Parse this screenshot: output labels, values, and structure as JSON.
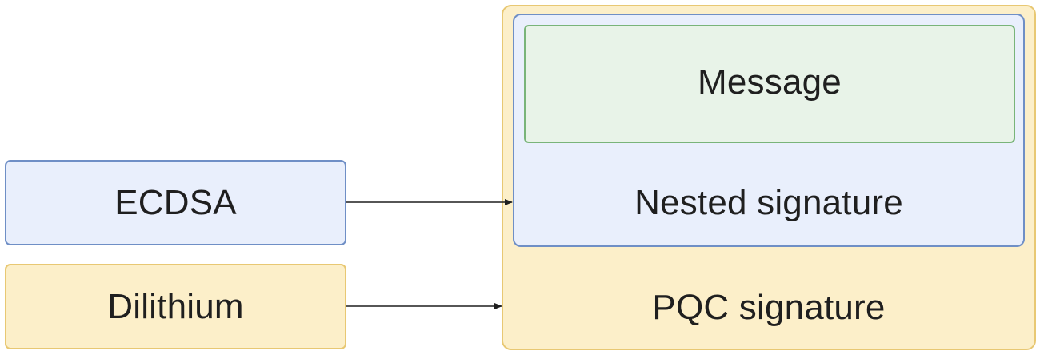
{
  "nodes": {
    "ecdsa": {
      "label": "ECDSA"
    },
    "dilithium": {
      "label": "Dilithium"
    },
    "pqc_signature": {
      "label": "PQC signature"
    },
    "nested_signature": {
      "label": "Nested signature"
    },
    "message": {
      "label": "Message"
    }
  },
  "edges": [
    {
      "from": "ECDSA",
      "to": "Nested signature"
    },
    {
      "from": "Dilithium",
      "to": "PQC signature"
    }
  ],
  "colors": {
    "blue_fill": "#e9effc",
    "blue_border": "#6f8fc6",
    "yellow_fill": "#fcefc9",
    "yellow_border": "#e8c873",
    "green_fill": "#e8f3e8",
    "green_border": "#79b479",
    "arrow": "#1f1f1f"
  }
}
